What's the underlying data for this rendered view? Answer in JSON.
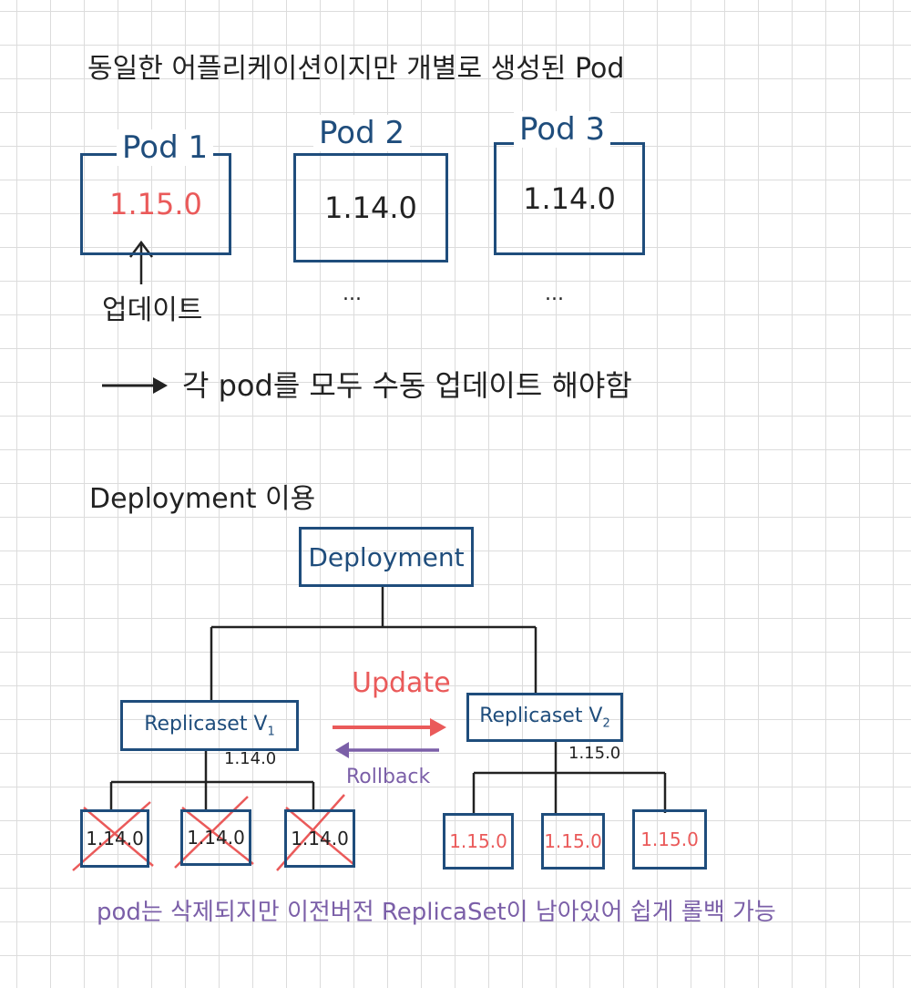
{
  "section1": {
    "heading": "동일한 어플리케이션이지만 개별로 생성된 Pod",
    "pods": [
      {
        "name": "Pod 1",
        "version": "1.15.0",
        "updated": true
      },
      {
        "name": "Pod 2",
        "version": "1.14.0",
        "updated": false
      },
      {
        "name": "Pod 3",
        "version": "1.14.0",
        "updated": false
      }
    ],
    "update_label": "업데이트",
    "ellipsis": "...",
    "conclusion": "각 pod를 모두 수동 업데이트 해야함"
  },
  "section2": {
    "heading": "Deployment 이용",
    "deployment_label": "Deployment",
    "replicaset_v1": {
      "name": "Replicaset V",
      "sub": "1",
      "version": "1.14.0"
    },
    "replicaset_v2": {
      "name": "Replicaset V",
      "sub": "2",
      "version": "1.15.0"
    },
    "update_label": "Update",
    "rollback_label": "Rollback",
    "old_pods": [
      "1.14.0",
      "1.14.0",
      "1.14.0"
    ],
    "new_pods": [
      "1.15.0",
      "1.15.0",
      "1.15.0"
    ],
    "note": "pod는 삭제되지만 이전버전 ReplicaSet이 남아있어 쉽게 롤백 가능"
  },
  "colors": {
    "ink": "#222222",
    "blue": "#1f4d7c",
    "red": "#ea5a5a",
    "purple": "#7b5fa8"
  }
}
